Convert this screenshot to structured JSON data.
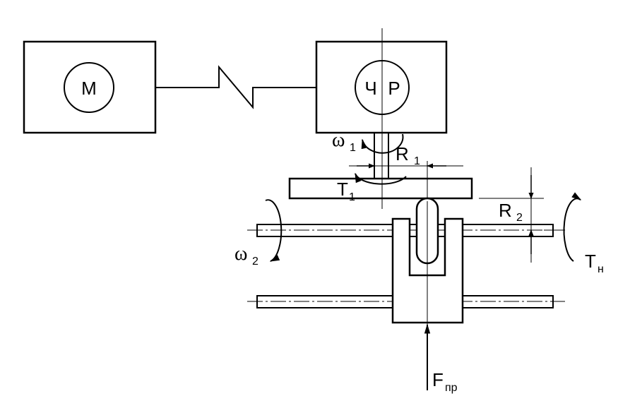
{
  "motor": {
    "label": "М"
  },
  "regulator": {
    "label_left": "Ч",
    "label_right": "Р"
  },
  "labels": {
    "omega1": {
      "main": "ω",
      "sub": "1"
    },
    "r1": {
      "main": "R",
      "sub": "1"
    },
    "t1": {
      "main": "T",
      "sub": "1"
    },
    "r2": {
      "main": "R",
      "sub": "2"
    },
    "omega2": {
      "main": "ω",
      "sub": "2"
    },
    "tn": {
      "main": "T",
      "sub": "н"
    },
    "fpr": {
      "main": "F",
      "sub": "пр"
    }
  }
}
